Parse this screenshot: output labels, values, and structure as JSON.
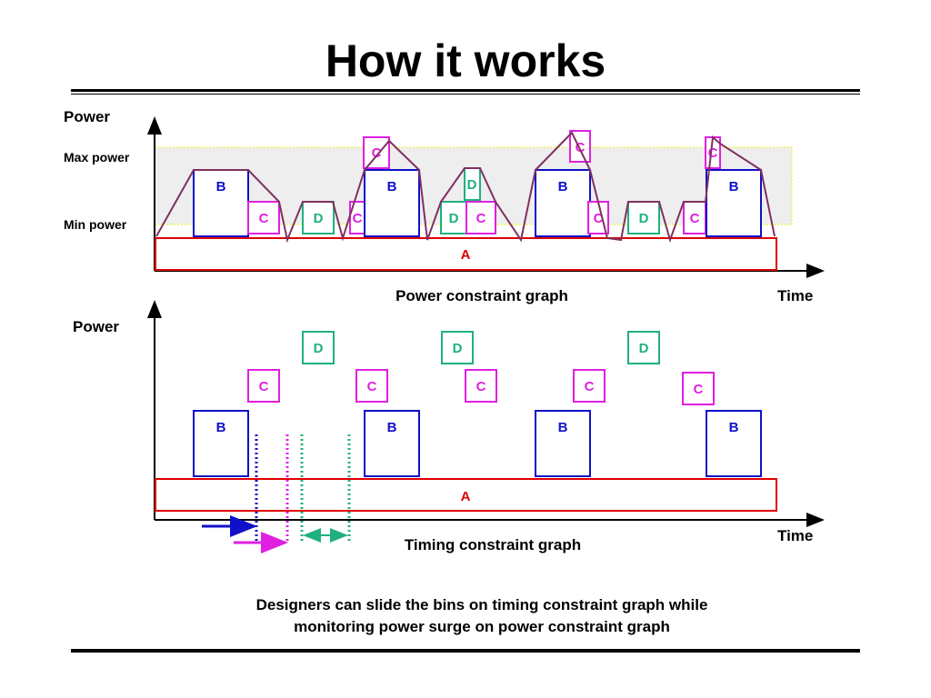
{
  "title": "How it works",
  "caption": {
    "line1": "Designers can slide the bins on timing constraint graph while",
    "line2": "monitoring power surge on power constraint graph"
  },
  "colors": {
    "A": "#e00000",
    "B": "#1010c8",
    "C": "#e020e0",
    "D": "#20b080",
    "envelope": "#803060",
    "band_fill": "#eeeeee",
    "band_border": "#f0f000"
  },
  "power_graph": {
    "y_axis_label": "Power",
    "x_axis_label": "Time",
    "graph_label": "Power constraint graph",
    "max_power_label": "Max power",
    "min_power_label": "Min power",
    "base_bin": "A",
    "bins": [
      "B",
      "C",
      "D",
      "C",
      "B",
      "C",
      "D",
      "D",
      "C",
      "B",
      "C",
      "D",
      "C",
      "C",
      "B"
    ]
  },
  "timing_graph": {
    "y_axis_label": "Power",
    "x_axis_label": "Time",
    "graph_label": "Timing constraint graph",
    "base_bin": "A",
    "bins": [
      "D",
      "D",
      "D",
      "C",
      "C",
      "C",
      "C",
      "C",
      "B",
      "B",
      "B",
      "B"
    ]
  }
}
